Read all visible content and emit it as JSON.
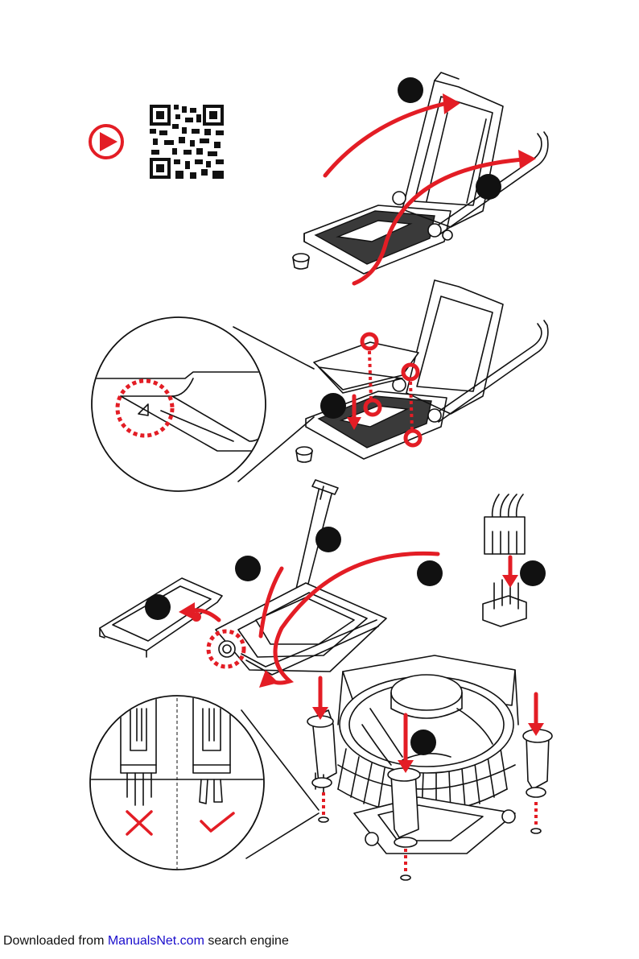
{
  "footer": {
    "prefix": "Downloaded from ",
    "link_text": "ManualsNet.com",
    "suffix": " search engine"
  },
  "icons": {
    "play": "play-button-icon",
    "qr": "qr-code-icon",
    "wrong": "cross-mark-icon",
    "right": "check-mark-icon"
  },
  "colors": {
    "accent_red": "#e31d25",
    "link_blue": "#1a0dcc",
    "line": "#111111"
  }
}
